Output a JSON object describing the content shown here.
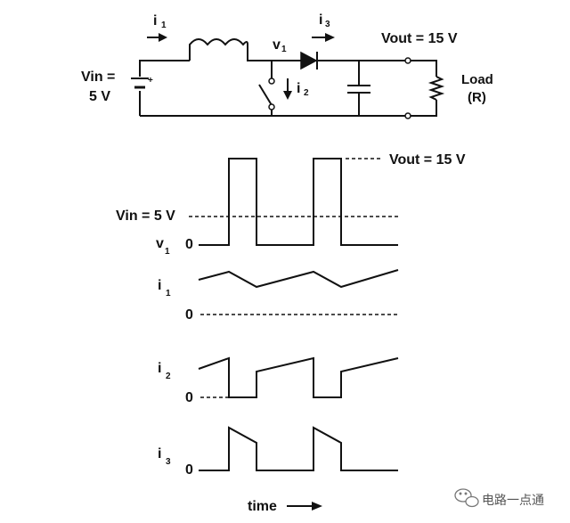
{
  "circuit": {
    "i1_label": "i",
    "i1_sub": "1",
    "i3_label": "i",
    "i3_sub": "3",
    "v1_label": "v",
    "v1_sub": "1",
    "i2_label": "i",
    "i2_sub": "2",
    "vin_line1": "Vin =",
    "vin_line2": "5 V",
    "vout_label": "Vout  = 15 V",
    "load_line1": "Load",
    "load_line2": "(R)",
    "battery_plus": "+"
  },
  "waveforms": {
    "vout_ref": "Vout  = 15 V",
    "vin_ref": "Vin = 5 V",
    "v1_label": "v",
    "v1_sub": "1",
    "v1_zero": "0",
    "i1_label": "i",
    "i1_sub": "1",
    "i1_zero": "0",
    "i2_label": "i",
    "i2_sub": "2",
    "i2_zero": "0",
    "i3_label": "i",
    "i3_sub": "3",
    "i3_zero": "0",
    "time_label": "time"
  },
  "watermark": {
    "text": "电路一点通",
    "icon": "wechat-icon"
  }
}
